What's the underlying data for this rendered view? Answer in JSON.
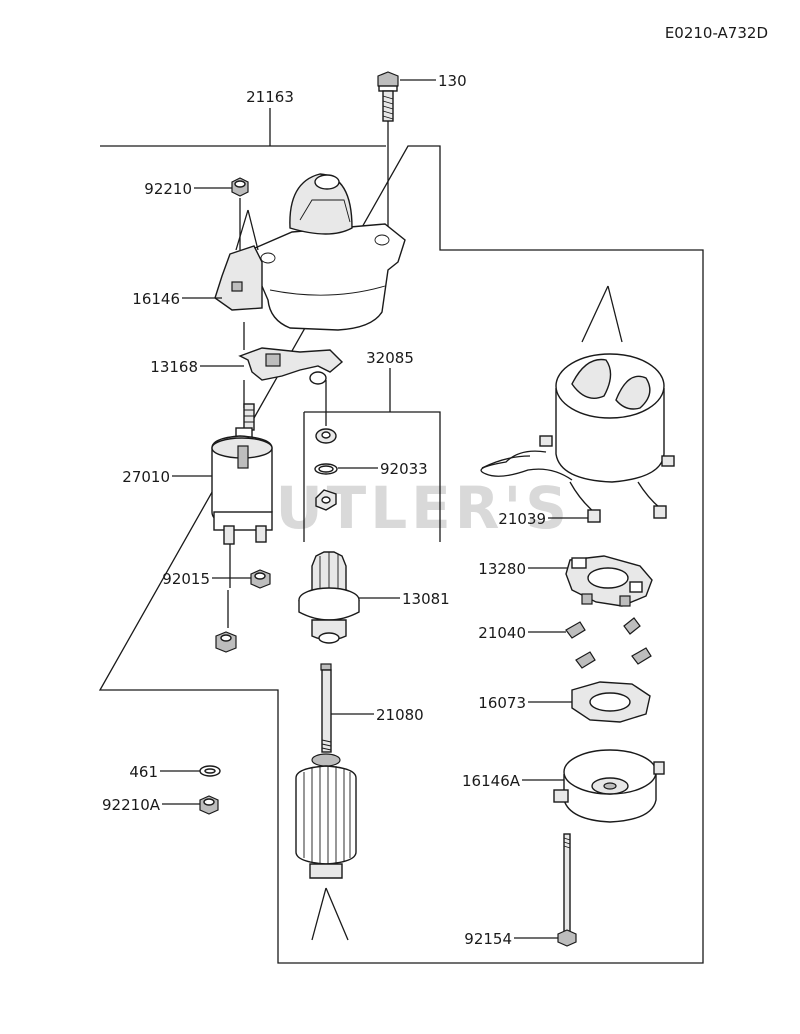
{
  "diagram_code": "E0210-A732D",
  "watermark": "CUTLER'S",
  "parts": [
    {
      "id": "p130",
      "number": "130"
    },
    {
      "id": "p21163",
      "number": "21163"
    },
    {
      "id": "p92210",
      "number": "92210"
    },
    {
      "id": "p16146",
      "number": "16146"
    },
    {
      "id": "p13168",
      "number": "13168"
    },
    {
      "id": "p32085",
      "number": "32085"
    },
    {
      "id": "p27010",
      "number": "27010"
    },
    {
      "id": "p92033",
      "number": "92033"
    },
    {
      "id": "p21039",
      "number": "21039"
    },
    {
      "id": "p13280",
      "number": "13280"
    },
    {
      "id": "p92015",
      "number": "92015"
    },
    {
      "id": "p13081",
      "number": "13081"
    },
    {
      "id": "p21040",
      "number": "21040"
    },
    {
      "id": "p16073",
      "number": "16073"
    },
    {
      "id": "p21080",
      "number": "21080"
    },
    {
      "id": "p461",
      "number": "461"
    },
    {
      "id": "p16146A",
      "number": "16146A"
    },
    {
      "id": "p92210A",
      "number": "92210A"
    },
    {
      "id": "p92154",
      "number": "92154"
    }
  ]
}
